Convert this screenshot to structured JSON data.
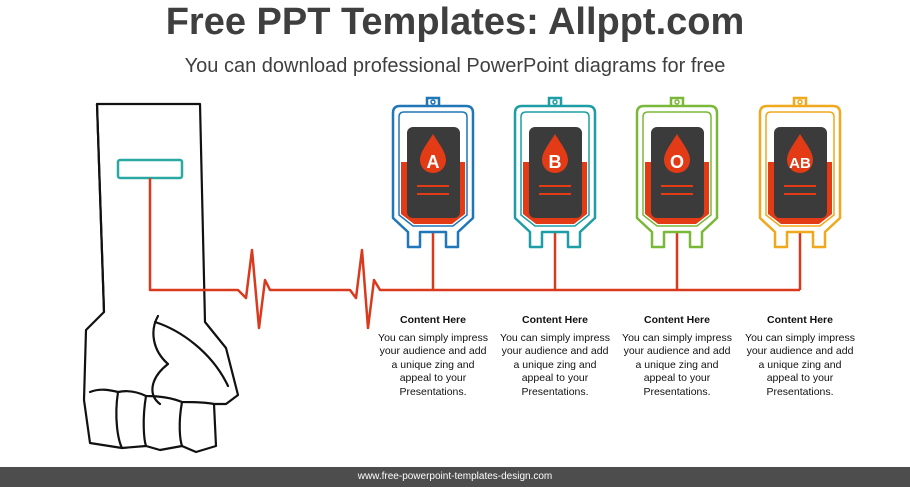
{
  "header": {
    "title": "Free PPT Templates: Allppt.com",
    "subtitle": "You can download professional PowerPoint diagrams for free"
  },
  "colors": {
    "line_red": "#d93a1e",
    "bag_red": "#e23b15",
    "card_dark": "#3b3b3b",
    "wristband": "#2aa9a4"
  },
  "bags": [
    {
      "label": "A",
      "color": "#1f77b8",
      "heading": "Content  Here",
      "body": "You can simply impress your audience and add a unique zing and appeal to your Presentations."
    },
    {
      "label": "B",
      "color": "#1d9ea6",
      "heading": "Content  Here",
      "body": "You can simply impress your audience and add a unique zing and appeal to your Presentations."
    },
    {
      "label": "O",
      "color": "#7ab838",
      "heading": "Content  Here",
      "body": "You can simply impress your audience and add a unique zing and appeal to your Presentations."
    },
    {
      "label": "AB",
      "color": "#f0a81c",
      "heading": "Content  Here",
      "body": "You can simply impress your audience and add a unique zing and appeal to your Presentations."
    }
  ],
  "footer": {
    "url": "www.free-powerpoint-templates-design.com"
  }
}
